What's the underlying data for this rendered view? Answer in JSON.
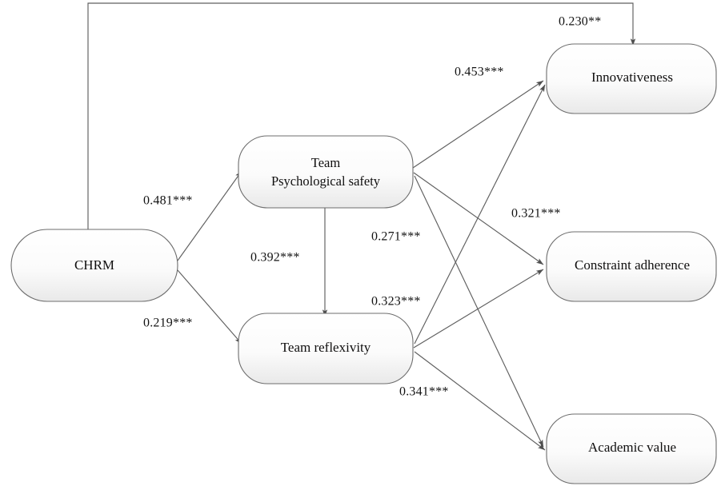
{
  "diagram": {
    "type": "path-diagram",
    "nodes": [
      {
        "id": "chrm",
        "label": "CHRM",
        "line1": "CHRM",
        "line2": ""
      },
      {
        "id": "tps",
        "label": "Team Psychological safety",
        "line1": "Team",
        "line2": "Psychological safety"
      },
      {
        "id": "trf",
        "label": "Team reflexivity",
        "line1": "Team reflexivity",
        "line2": ""
      },
      {
        "id": "innovativeness",
        "label": "Innovativeness",
        "line1": "Innovativeness",
        "line2": ""
      },
      {
        "id": "constraint",
        "label": "Constraint adherence",
        "line1": "Constraint adherence",
        "line2": ""
      },
      {
        "id": "academic",
        "label": "Academic value",
        "line1": "Academic value",
        "line2": ""
      }
    ],
    "paths": [
      {
        "id": "p-chrm-tps",
        "from": "chrm",
        "to": "tps",
        "coefficient": "0.481***"
      },
      {
        "id": "p-chrm-trf",
        "from": "chrm",
        "to": "trf",
        "coefficient": "0.219***"
      },
      {
        "id": "p-chrm-innovative",
        "from": "chrm",
        "to": "innovativeness",
        "coefficient": "0.230**"
      },
      {
        "id": "p-tps-trf",
        "from": "tps",
        "to": "trf",
        "coefficient": "0.392***"
      },
      {
        "id": "p-tps-innovative",
        "from": "tps",
        "to": "innovativeness",
        "coefficient": "0.453***"
      },
      {
        "id": "p-tps-constraint",
        "from": "tps",
        "to": "constraint",
        "coefficient": "0.271***"
      },
      {
        "id": "p-tps-academic",
        "from": "tps",
        "to": "academic",
        "coefficient": "0.321***"
      },
      {
        "id": "p-trf-innovative",
        "from": "trf",
        "to": "innovativeness",
        "coefficient": "0.323***"
      },
      {
        "id": "p-trf-constraint",
        "from": "trf",
        "to": "constraint",
        "coefficient": "0.341***"
      }
    ],
    "colors": {
      "node_stroke": "#6d6d6d",
      "node_fill_top": "#ffffff",
      "node_fill_bottom": "#ebebeb",
      "edge_stroke": "#5f5f5f",
      "text": "#100f0f",
      "background": "#ffffff"
    }
  }
}
